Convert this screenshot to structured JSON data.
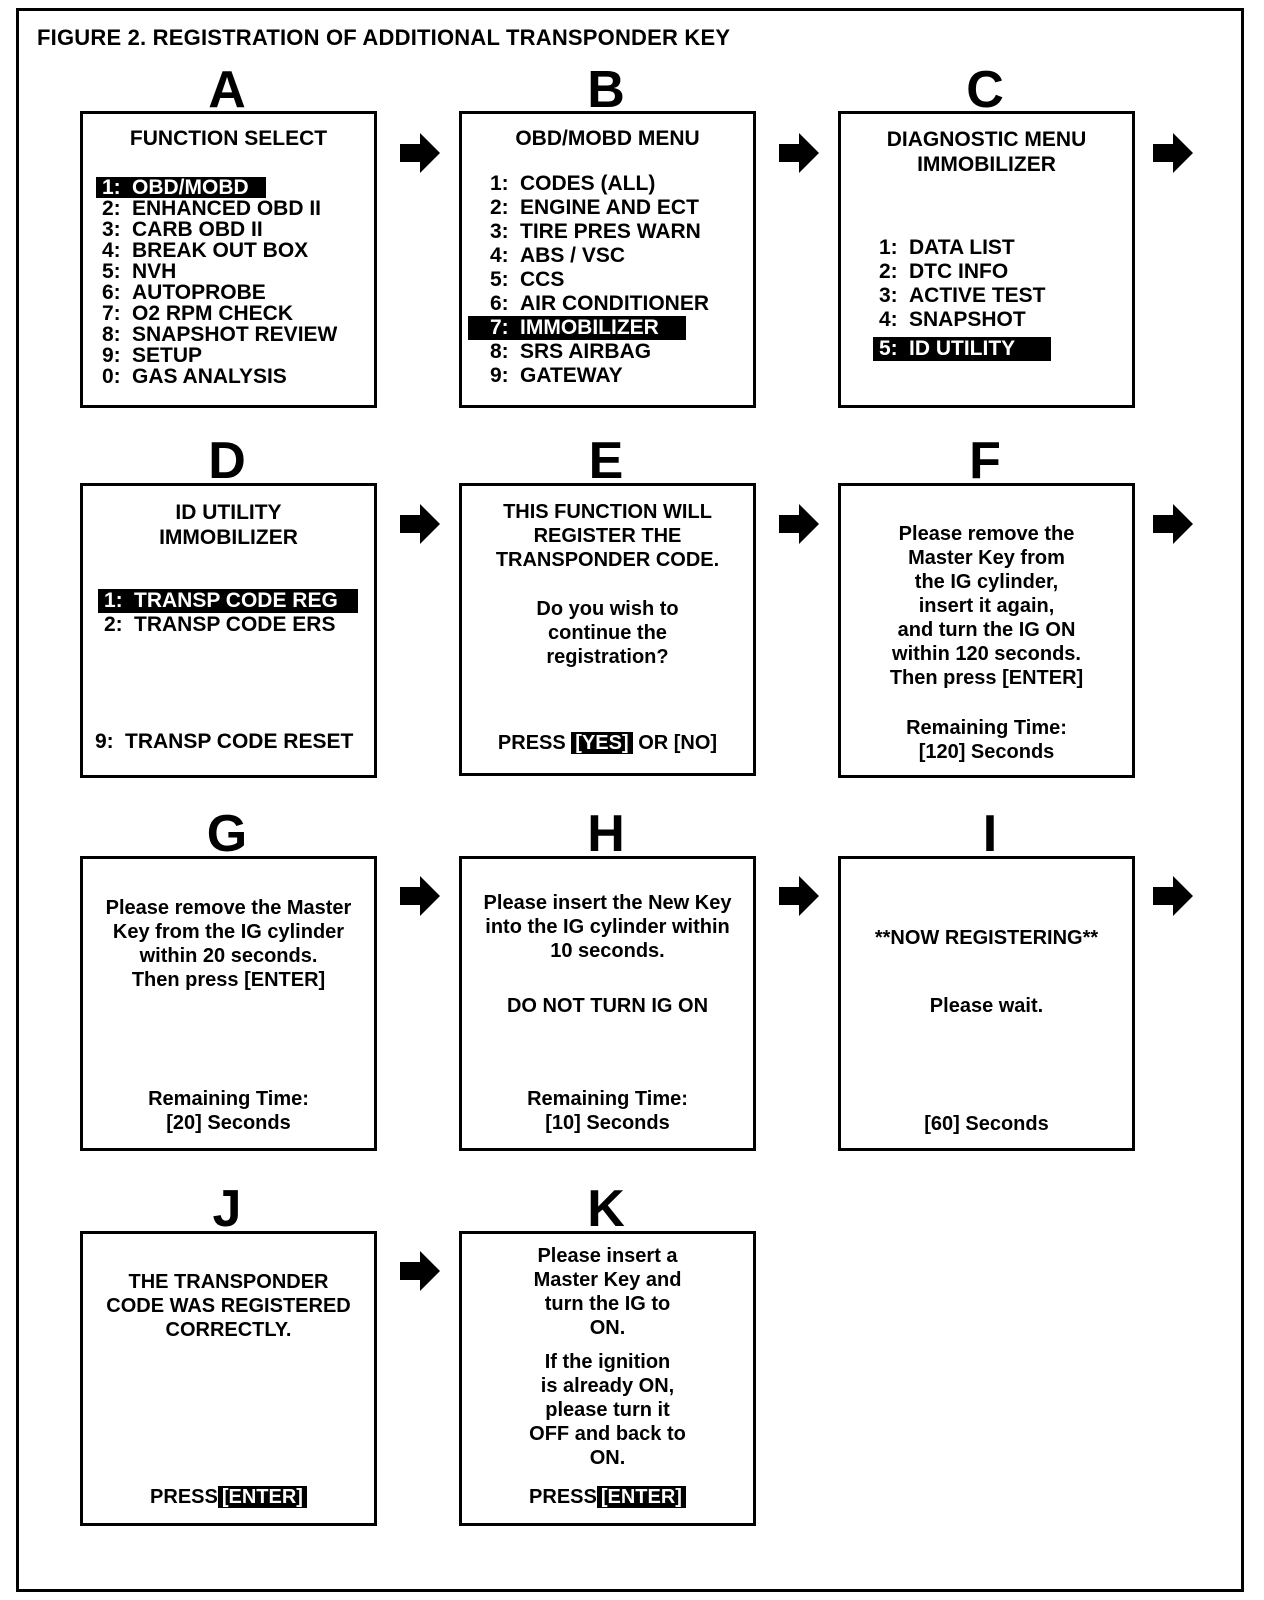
{
  "figure_title": "FIGURE 2.  REGISTRATION OF ADDITIONAL TRANSPONDER KEY",
  "panels": {
    "a": {
      "letter": "A",
      "title": "FUNCTION SELECT",
      "items": [
        {
          "num": "1:",
          "label": "OBD/MOBD"
        },
        {
          "num": "2:",
          "label": "ENHANCED OBD II"
        },
        {
          "num": "3:",
          "label": "CARB OBD II"
        },
        {
          "num": "4:",
          "label": "BREAK OUT BOX"
        },
        {
          "num": "5:",
          "label": "NVH"
        },
        {
          "num": "6:",
          "label": "AUTOPROBE"
        },
        {
          "num": "7:",
          "label": "O2 RPM CHECK"
        },
        {
          "num": "8:",
          "label": "SNAPSHOT REVIEW"
        },
        {
          "num": "9:",
          "label": "SETUP"
        },
        {
          "num": "0:",
          "label": "GAS ANALYSIS"
        }
      ]
    },
    "b": {
      "letter": "B",
      "title": "OBD/MOBD MENU",
      "items": [
        {
          "num": "1:",
          "label": "CODES (ALL)"
        },
        {
          "num": "2:",
          "label": "ENGINE AND ECT"
        },
        {
          "num": "3:",
          "label": "TIRE PRES WARN"
        },
        {
          "num": "4:",
          "label": "ABS / VSC"
        },
        {
          "num": "5:",
          "label": "CCS"
        },
        {
          "num": "6:",
          "label": "AIR CONDITIONER"
        },
        {
          "num": "7:",
          "label": "IMMOBILIZER"
        },
        {
          "num": "8:",
          "label": "SRS AIRBAG"
        },
        {
          "num": "9:",
          "label": "GATEWAY"
        }
      ]
    },
    "c": {
      "letter": "C",
      "title_1": "DIAGNOSTIC MENU",
      "title_2": "IMMOBILIZER",
      "items": [
        {
          "num": "1:",
          "label": "DATA LIST"
        },
        {
          "num": "2:",
          "label": "DTC INFO"
        },
        {
          "num": "3:",
          "label": "ACTIVE TEST"
        },
        {
          "num": "4:",
          "label": "SNAPSHOT"
        },
        {
          "num": "5:",
          "label": "ID UTILITY"
        }
      ]
    },
    "d": {
      "letter": "D",
      "title_1": "ID UTILITY",
      "title_2": "IMMOBILIZER",
      "items": [
        {
          "num": "1:",
          "label": "TRANSP CODE REG"
        },
        {
          "num": "2:",
          "label": "TRANSP CODE ERS"
        }
      ],
      "bottom_num": "9:",
      "bottom_label": "TRANSP CODE RESET"
    },
    "e": {
      "letter": "E",
      "lines": [
        "THIS FUNCTION WILL",
        "REGISTER THE",
        "TRANSPONDER CODE."
      ],
      "question": [
        "Do you wish to",
        "continue the",
        "registration?"
      ],
      "press": "PRESS",
      "yes": "[YES]",
      "or_no": "OR [NO]"
    },
    "f": {
      "letter": "F",
      "lines": [
        "Please remove the",
        "Master Key from",
        "the IG cylinder,",
        "insert it again,",
        "and turn the IG ON",
        "within 120 seconds.",
        "Then press [ENTER]"
      ],
      "remaining_label": "Remaining Time:",
      "remaining_value": "[120] Seconds"
    },
    "g": {
      "letter": "G",
      "lines": [
        "Please remove the Master",
        "Key from the IG cylinder",
        "within 20 seconds.",
        "Then press [ENTER]"
      ],
      "remaining_label": "Remaining Time:",
      "remaining_value": "[20] Seconds"
    },
    "h": {
      "letter": "H",
      "lines": [
        "Please insert the New Key",
        "into the IG cylinder within",
        "10 seconds."
      ],
      "warning": "DO NOT TURN IG ON",
      "remaining_label": "Remaining Time:",
      "remaining_value": "[10] Seconds"
    },
    "i": {
      "letter": "I",
      "status": "**NOW REGISTERING**",
      "wait": "Please wait.",
      "remaining_value": "[60] Seconds"
    },
    "j": {
      "letter": "J",
      "lines": [
        "THE TRANSPONDER",
        "CODE WAS REGISTERED",
        "CORRECTLY."
      ],
      "press": "PRESS",
      "enter": "[ENTER]"
    },
    "k": {
      "letter": "K",
      "lines_1": [
        "Please insert a",
        "Master Key and",
        "turn the IG to",
        "ON."
      ],
      "lines_2": [
        "If the ignition",
        "is already ON,",
        "please turn it",
        "OFF and back to",
        "ON."
      ],
      "press": "PRESS",
      "enter": "[ENTER]"
    }
  },
  "highlighted": {
    "a": 0,
    "b": 6,
    "c": 4,
    "d": 0
  },
  "colors": {
    "ink": "#000000",
    "paper": "#ffffff"
  }
}
